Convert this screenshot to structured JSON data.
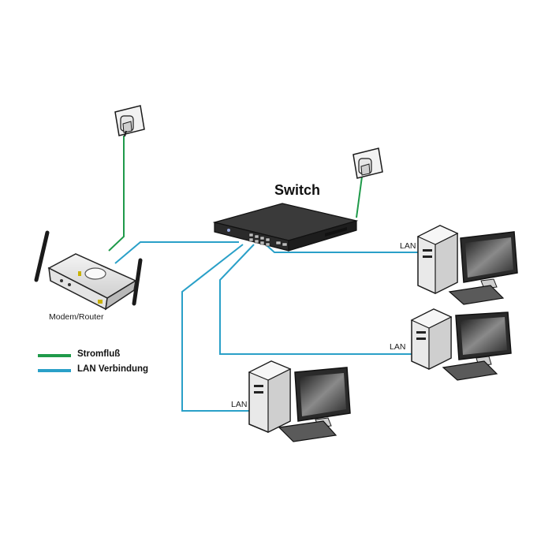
{
  "labels": {
    "switch": "Switch",
    "router": "Modem/Router",
    "lan_pc1": "LAN",
    "lan_pc2": "LAN",
    "lan_pc3": "LAN"
  },
  "legend": [
    {
      "label": "Stromfluß",
      "color": "#1f9a4a"
    },
    {
      "label": "LAN Verbindung",
      "color": "#2aa0c8"
    }
  ],
  "colors": {
    "power": "#1f9a4a",
    "lan": "#2aa0c8",
    "device_dark": "#2b2b2b",
    "device_light": "#eaeaea"
  }
}
